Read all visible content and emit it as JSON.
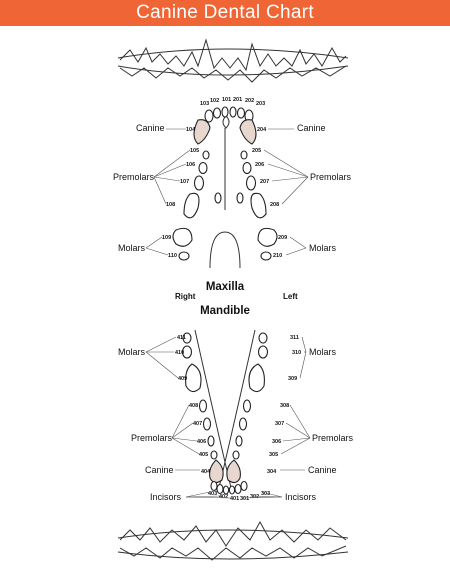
{
  "title": "Canine Dental Chart",
  "colors": {
    "banner": "#ef6535",
    "canine_shade": "#e8d7cf"
  },
  "jaw_labels": {
    "maxilla": "Maxilla",
    "mandible": "Mandible",
    "right": "Right",
    "left": "Left"
  },
  "group_labels": {
    "canine": "Canine",
    "premolars": "Premolars",
    "molars": "Molars",
    "incisors": "Incisors"
  },
  "upper_incisors": [
    "103",
    "102",
    "101",
    "201",
    "202",
    "203"
  ],
  "upper_right": [
    "104",
    "105",
    "106",
    "107",
    "108",
    "109",
    "110"
  ],
  "upper_left": [
    "204",
    "205",
    "206",
    "207",
    "208",
    "209",
    "210"
  ],
  "lower_right": [
    "411",
    "410",
    "409",
    "408",
    "407",
    "406",
    "405",
    "404"
  ],
  "lower_left": [
    "311",
    "310",
    "309",
    "308",
    "307",
    "306",
    "305",
    "304"
  ],
  "lower_incisors": [
    "403",
    "402",
    "401",
    "301",
    "302",
    "303"
  ]
}
